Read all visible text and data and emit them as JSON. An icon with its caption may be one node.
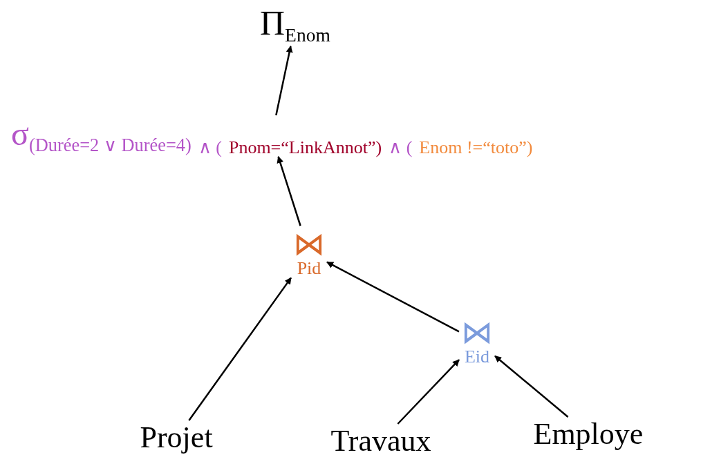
{
  "diagram": {
    "nodes": [
      {
        "text": [
          "Π$_{Enom}$"
        ]
      },
      {
        "text": [
          "σ$_{(Durée=2 ∨ Durée=4)}$",
          "∧ (",
          "Pnom=“LinkAnnot”)",
          "∧ (",
          "Enom !=“toto”)"
        ]
      },
      {
        "text": [
          "⋈",
          "Pid"
        ]
      },
      {
        "text": [
          "⋈",
          "Eid"
        ]
      },
      {
        "text": [
          "Projet"
        ]
      },
      {
        "text": [
          "Travaux"
        ]
      },
      {
        "text": [
          "Employe"
        ]
      }
    ],
    "edges": [
      {
        "from": 1,
        "to": 0,
        "arrow": "to"
      },
      {
        "from": 2,
        "to": 1,
        "arrow": "to"
      },
      {
        "from": 4,
        "to": 2,
        "arrow": "to"
      },
      {
        "from": 3,
        "to": 2,
        "arrow": "to"
      },
      {
        "from": 5,
        "to": 3,
        "arrow": "to"
      },
      {
        "from": 6,
        "to": 3,
        "arrow": "to"
      }
    ]
  }
}
